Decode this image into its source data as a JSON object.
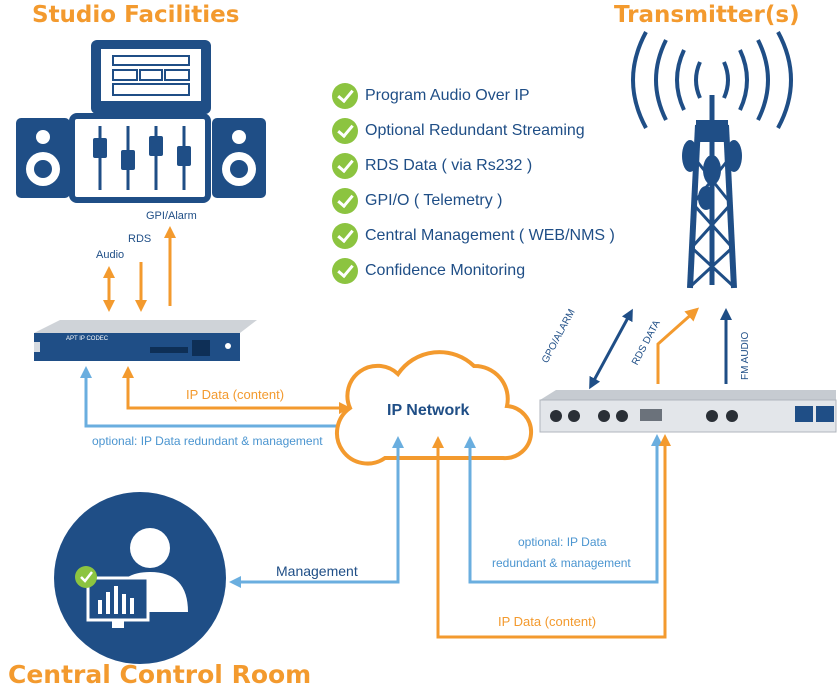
{
  "headings": {
    "studio": "Studio Facilities",
    "transmitters": "Transmitter(s)",
    "control_room": "Central Control Room"
  },
  "features": [
    {
      "label": "Program Audio Over IP"
    },
    {
      "label": "Optional Redundant Streaming"
    },
    {
      "label": "RDS Data ( via Rs232 )"
    },
    {
      "label": "GPI/O ( Telemetry )"
    },
    {
      "label": "Central Management ( WEB/NMS )"
    },
    {
      "label": "Confidence Monitoring"
    }
  ],
  "network": {
    "label": "IP Network"
  },
  "studio_signals": {
    "gpi": "GPI/Alarm",
    "rds": "RDS",
    "audio": "Audio"
  },
  "transmitter_signals": {
    "gpo": "GPO/ALARM",
    "rds": "RDS DATA",
    "fm": "FM AUDIO"
  },
  "links": {
    "studio_ip_data": "IP Data (content)",
    "studio_optional": "optional: IP Data redundant & management",
    "management": "Management",
    "tx_optional_line1": "optional: IP Data",
    "tx_optional_line2": "redundant & management",
    "tx_ip_data": "IP Data (content)"
  },
  "device": {
    "codec_label": "APT IP CODEC"
  },
  "colors": {
    "orange": "#f39a2e",
    "dark_blue": "#1f4e86",
    "light_blue": "#6aaedf",
    "green": "#8cc440"
  }
}
